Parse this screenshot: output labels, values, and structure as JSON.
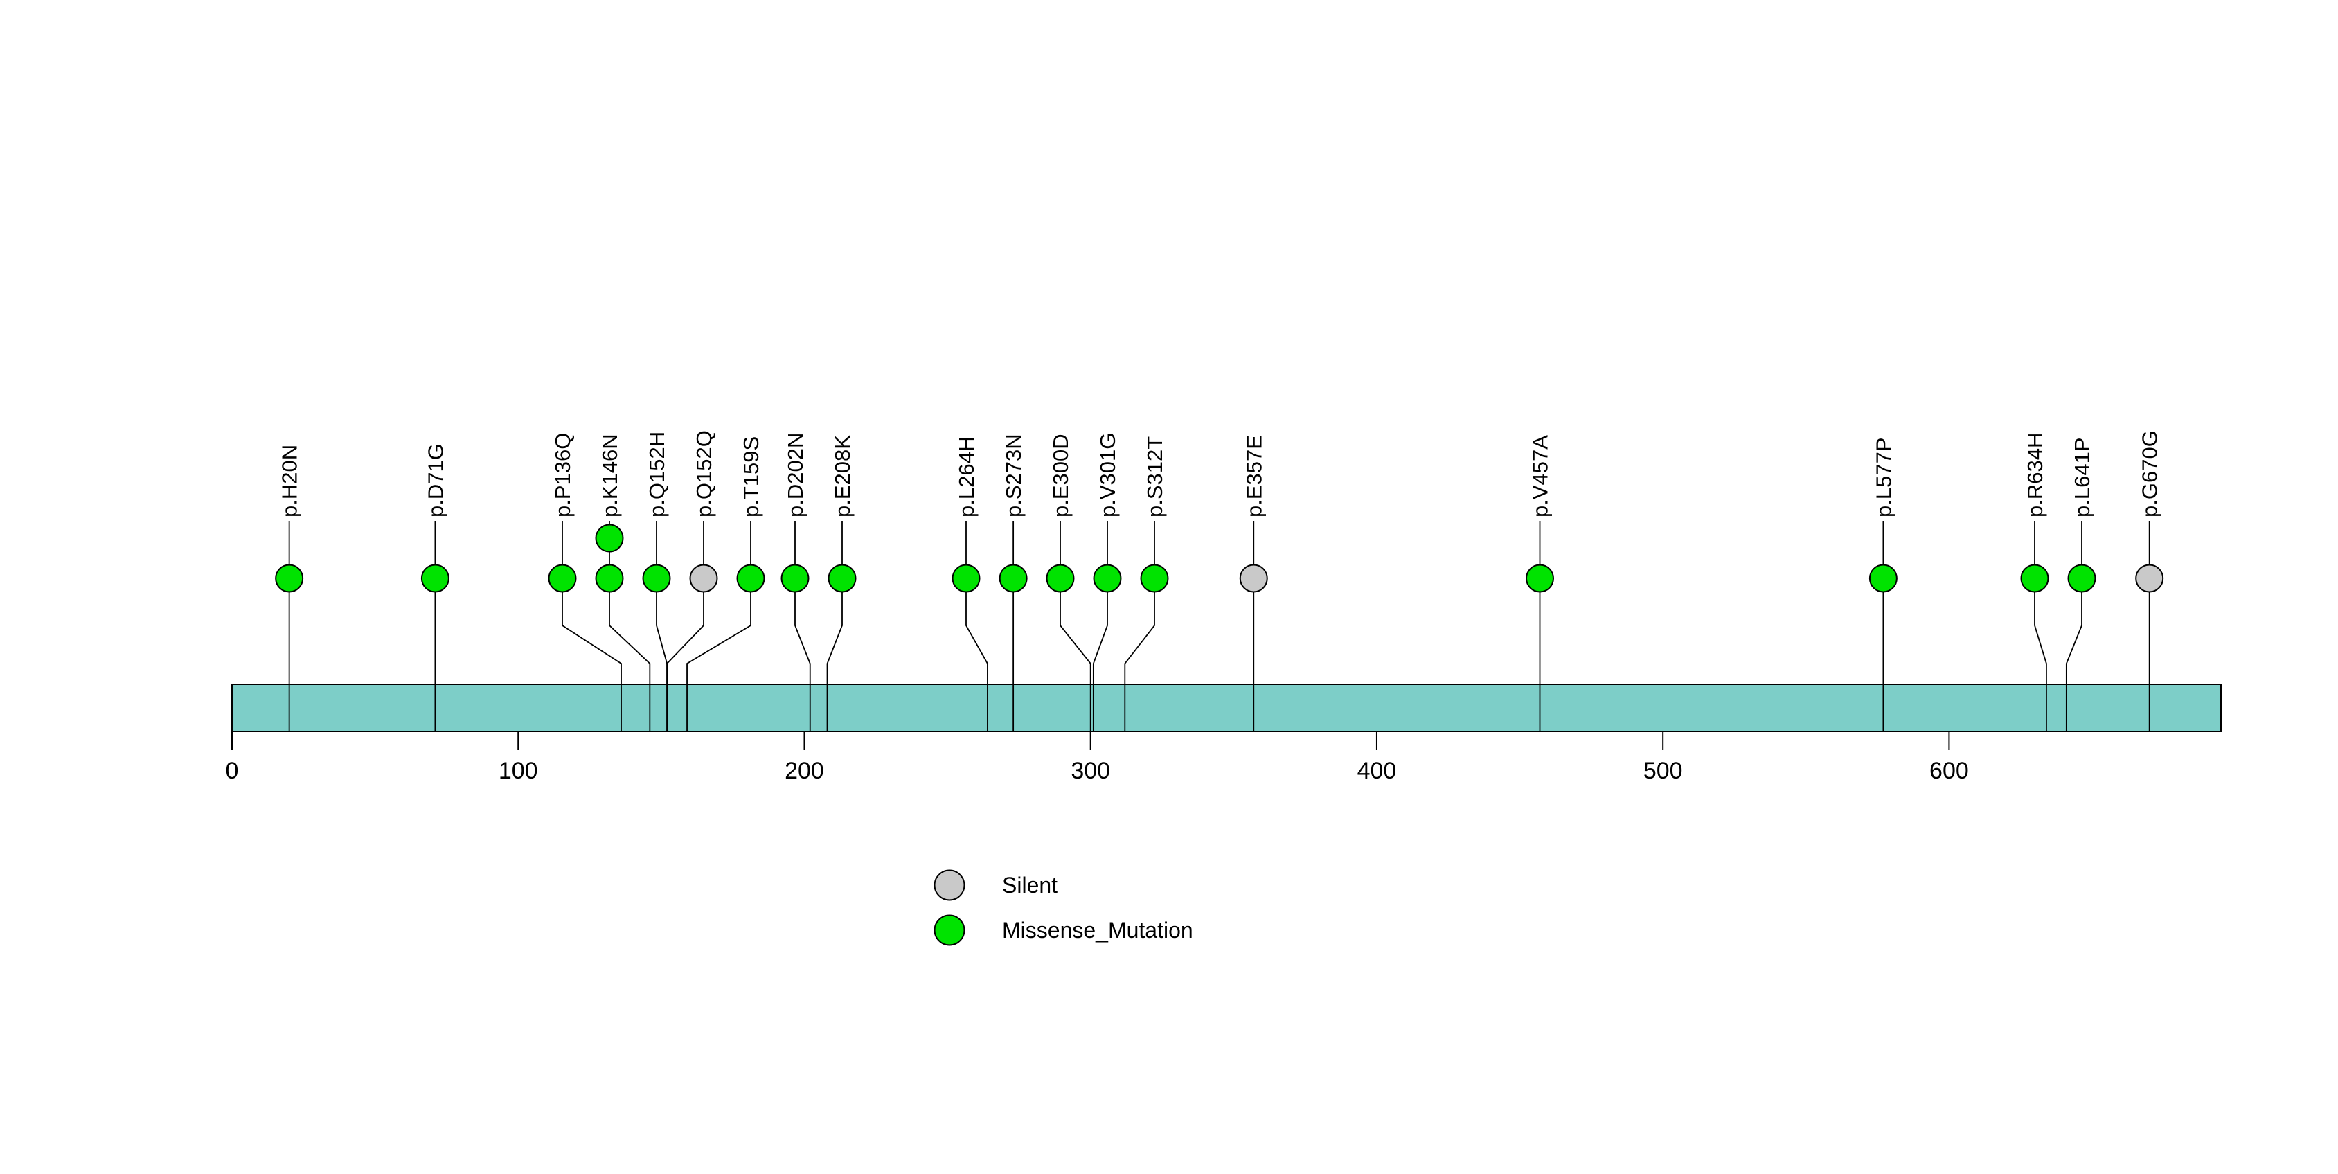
{
  "chart_data": {
    "type": "lollipop",
    "title": "",
    "xlabel": "",
    "ylabel": "",
    "axis": {
      "ticks": [
        0,
        100,
        200,
        300,
        400,
        500,
        600
      ],
      "xlim": [
        0,
        695
      ],
      "grid": false
    },
    "protein_bar": {
      "start": 0,
      "end": 695,
      "fill_color": "#7DCEC8",
      "border_color": "#000000"
    },
    "type_colors": {
      "Silent": "#C9C9C9",
      "Missense_Mutation": "#00E300"
    },
    "mutations": [
      {
        "label": "p.H20N",
        "pos": 20,
        "type": "Missense_Mutation",
        "count": 1
      },
      {
        "label": "p.D71G",
        "pos": 71,
        "type": "Missense_Mutation",
        "count": 1
      },
      {
        "label": "p.P136Q",
        "pos": 136,
        "type": "Missense_Mutation",
        "count": 1,
        "dx": 812
      },
      {
        "label": "p.K146N",
        "pos": 146,
        "type": "Missense_Mutation",
        "count": 2,
        "dx": 880
      },
      {
        "label": "p.Q152H",
        "pos": 152,
        "type": "Missense_Mutation",
        "count": 1,
        "dx": 948
      },
      {
        "label": "p.Q152Q",
        "pos": 152,
        "type": "Silent",
        "count": 1,
        "dx": 1016
      },
      {
        "label": "p.T159S",
        "pos": 159,
        "type": "Missense_Mutation",
        "count": 1,
        "dx": 1084
      },
      {
        "label": "p.D202N",
        "pos": 202,
        "type": "Missense_Mutation",
        "count": 1,
        "dx": 1148
      },
      {
        "label": "p.E208K",
        "pos": 208,
        "type": "Missense_Mutation",
        "count": 1,
        "dx": 1216
      },
      {
        "label": "p.L264H",
        "pos": 264,
        "type": "Missense_Mutation",
        "count": 1,
        "dx": 1395
      },
      {
        "label": "p.S273N",
        "pos": 273,
        "type": "Missense_Mutation",
        "count": 1
      },
      {
        "label": "p.E300D",
        "pos": 300,
        "type": "Missense_Mutation",
        "count": 1,
        "dx": 1531
      },
      {
        "label": "p.V301G",
        "pos": 301,
        "type": "Missense_Mutation",
        "count": 1,
        "dx": 1599
      },
      {
        "label": "p.S312T",
        "pos": 312,
        "type": "Missense_Mutation",
        "count": 1,
        "dx": 1667
      },
      {
        "label": "p.E357E",
        "pos": 357,
        "type": "Silent",
        "count": 1
      },
      {
        "label": "p.V457A",
        "pos": 457,
        "type": "Missense_Mutation",
        "count": 1
      },
      {
        "label": "p.L577P",
        "pos": 577,
        "type": "Missense_Mutation",
        "count": 1
      },
      {
        "label": "p.R634H",
        "pos": 634,
        "type": "Missense_Mutation",
        "count": 1,
        "dx": 2938
      },
      {
        "label": "p.L641P",
        "pos": 641,
        "type": "Missense_Mutation",
        "count": 1,
        "dx": 3006
      },
      {
        "label": "p.G670G",
        "pos": 670,
        "type": "Silent",
        "count": 1
      }
    ],
    "legend": [
      {
        "label": "Silent",
        "color": "#C9C9C9"
      },
      {
        "label": "Missense_Mutation",
        "color": "#00E300"
      }
    ],
    "legend_position": "bottom-center"
  }
}
